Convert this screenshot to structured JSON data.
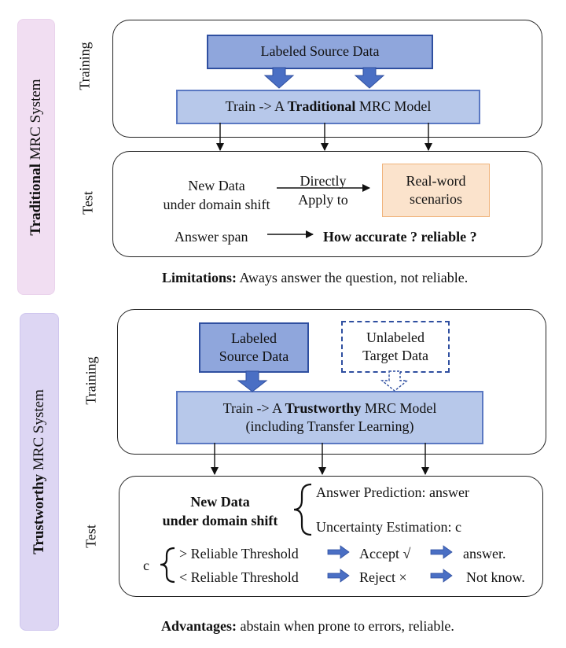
{
  "top": {
    "sidebar": {
      "bold": "Traditional",
      "rest": " MRC System"
    },
    "training_label": "Training",
    "test_label": "Test",
    "source_box": "Labeled Source Data",
    "model_box": {
      "pre": "Train -> A ",
      "bold": "Traditional",
      "post": " MRC Model"
    },
    "new_data": [
      "New Data",
      "under domain shift"
    ],
    "directly": [
      "Directly",
      "Apply to"
    ],
    "scenarios": [
      "Real-word",
      "scenarios"
    ],
    "answer_span": "Answer span",
    "question": "How accurate ? reliable ?",
    "limitations": {
      "bold": "Limitations:",
      "rest": " Aways answer the question, not reliable."
    }
  },
  "bottom": {
    "sidebar": {
      "bold": "Trustworthy",
      "rest": " MRC System"
    },
    "training_label": "Training",
    "test_label": "Test",
    "source_box": [
      "Labeled",
      "Source Data"
    ],
    "target_box": [
      "Unlabeled",
      "Target Data"
    ],
    "model_box": {
      "pre": "Train -> A ",
      "bold": "Trustworthy",
      "post": " MRC Model",
      "line2": "(including Transfer Learning)"
    },
    "new_data": [
      "New Data",
      "under domain shift"
    ],
    "answer_prediction": "Answer Prediction: answer",
    "uncertainty": "Uncertainty Estimation:  c",
    "c_label": "c",
    "rule_accept": {
      "threshold": "> Reliable Threshold",
      "action": "Accept √",
      "result": "answer."
    },
    "rule_reject": {
      "threshold": "< Reliable Threshold",
      "action": "Reject ×",
      "result": "Not know."
    },
    "advantages": {
      "bold": "Advantages:",
      "rest": " abstain when prone to errors, reliable."
    }
  },
  "colors": {
    "top_sidebar": "#f1def2",
    "bottom_sidebar": "#ddd6f3",
    "arrow_blue": "#4a6fc4"
  }
}
